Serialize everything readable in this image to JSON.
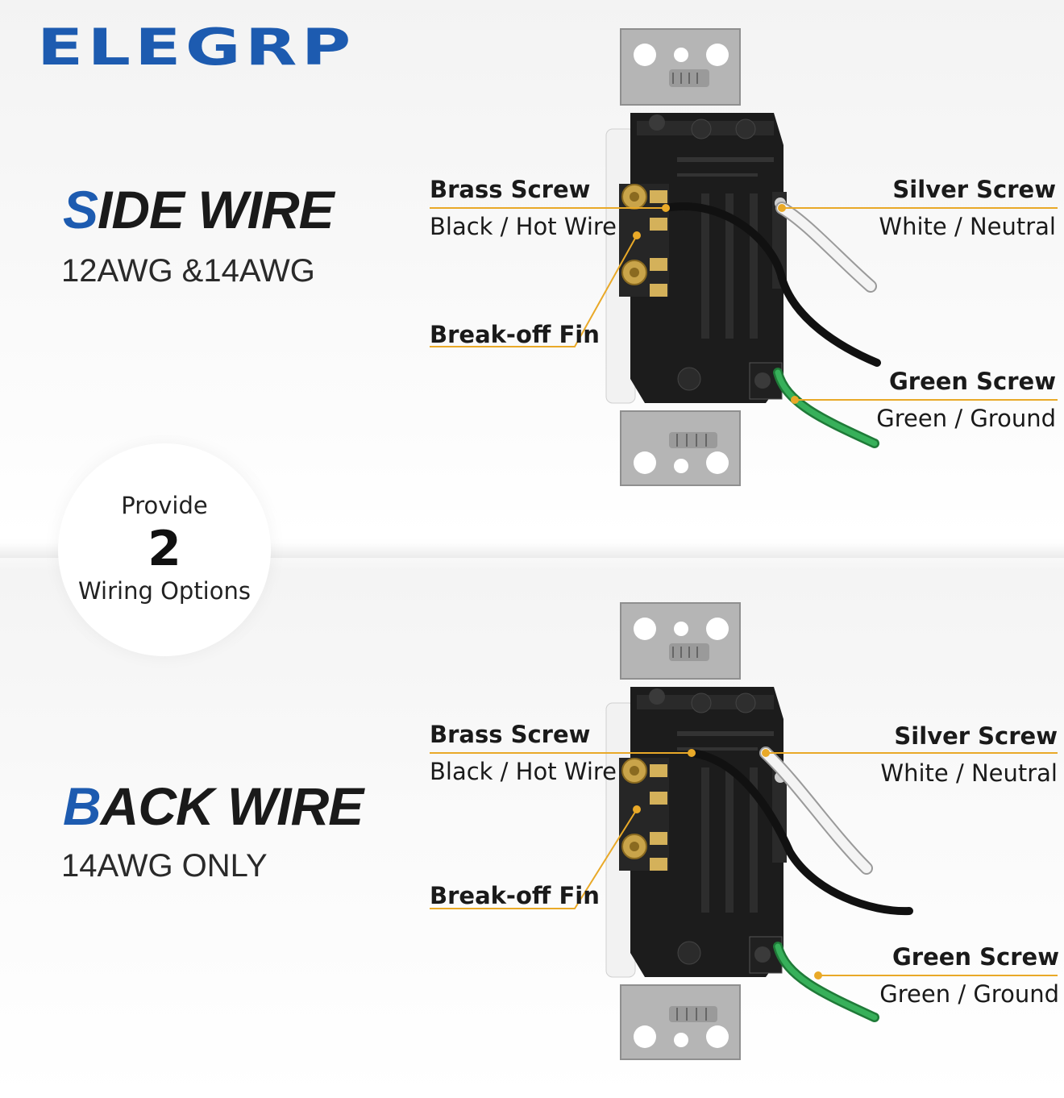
{
  "brand": {
    "name": "ELEGRP"
  },
  "side_wire": {
    "title_first": "S",
    "title_rest": "IDE WIRE",
    "subtitle": "12AWG &14AWG",
    "brass_screw": "Brass Screw",
    "brass_wire": "Black / Hot Wire",
    "silver_screw": "Silver Screw",
    "silver_wire": "White / Neutral",
    "breakoff_fin": "Break-off Fin",
    "green_screw": "Green Screw",
    "green_wire": "Green / Ground"
  },
  "badge": {
    "top": "Provide",
    "number": "2",
    "bottom": "Wiring Options"
  },
  "back_wire": {
    "title_first": "B",
    "title_rest": "ACK WIRE",
    "subtitle": "14AWG ONLY",
    "brass_screw": "Brass Screw",
    "brass_wire": "Black / Hot Wire",
    "silver_screw": "Silver Screw",
    "silver_wire": "White / Neutral",
    "breakoff_fin": "Break-off Fin",
    "green_screw": "Green Screw",
    "green_wire": "Green / Ground"
  },
  "colors": {
    "brand_blue": "#1d5bb0",
    "leader_line": "#e9a928",
    "hot_wire": "#1b1b1b",
    "neutral_wire": "#f4f4f4",
    "ground_wire": "#2e9a4a"
  }
}
